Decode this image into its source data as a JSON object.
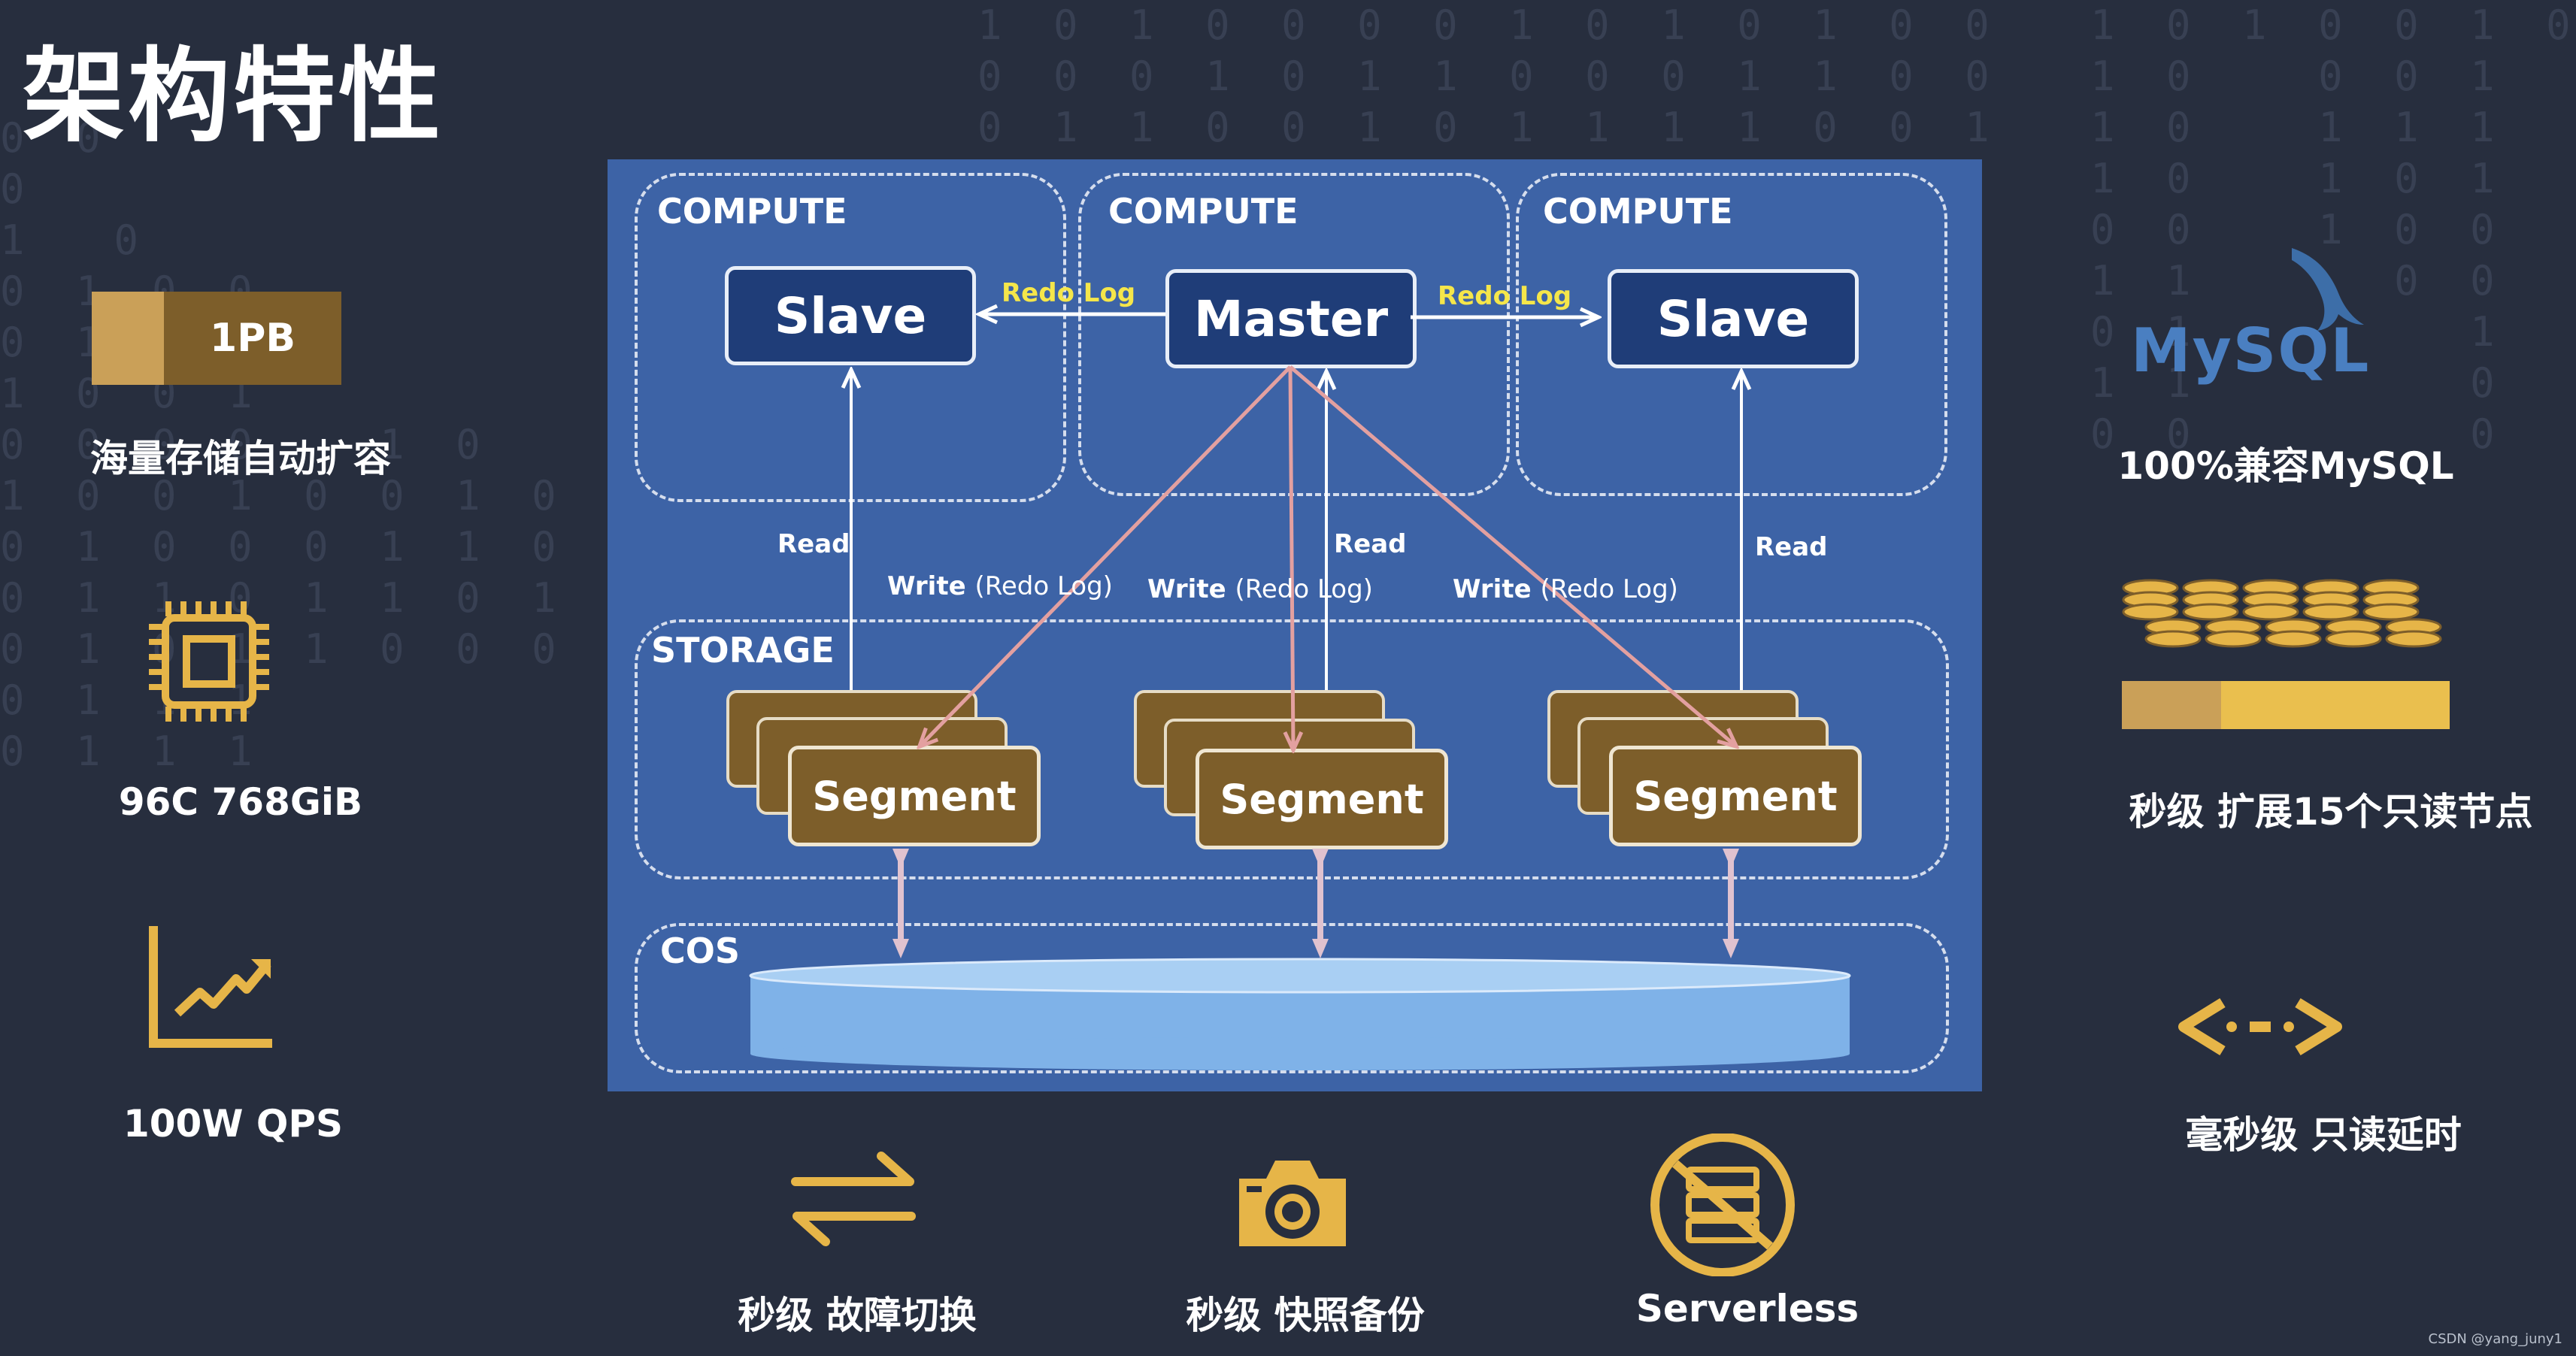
{
  "title": "架构特性",
  "left_features": [
    {
      "label": "海量存储自动扩容",
      "badge": "1PB"
    },
    {
      "label": "96C 768GiB"
    },
    {
      "label": "100W QPS"
    }
  ],
  "right_features": [
    {
      "label": "100%兼容MySQL",
      "logo_text": "MySQL"
    },
    {
      "label": "秒级 扩展15个只读节点"
    },
    {
      "label": "毫秒级 只读延时"
    }
  ],
  "bottom_features": [
    {
      "label": "秒级 故障切换",
      "icon": "swap-arrows-icon"
    },
    {
      "label": "秒级 快照备份",
      "icon": "camera-icon"
    },
    {
      "label": "Serverless",
      "icon": "serverless-icon"
    }
  ],
  "diagram": {
    "compute_label": "COMPUTE",
    "storage_label": "STORAGE",
    "cos_label": "COS",
    "slave_label": "Slave",
    "master_label": "Master",
    "segment_label": "Segment",
    "redo_log": "Redo Log",
    "read": "Read",
    "write": "Write",
    "write_detail": "(Redo Log)"
  },
  "watermark": "CSDN @yang_juny1",
  "colors": {
    "background": "#272e3e",
    "diagram_bg": "#3d63a6",
    "gold": "#e6b548",
    "node_blue": "#1f3d78",
    "segment_brown": "#7d5e2a",
    "redo_yellow": "#f5e64a",
    "write_arrow": "#e3a0a0"
  }
}
